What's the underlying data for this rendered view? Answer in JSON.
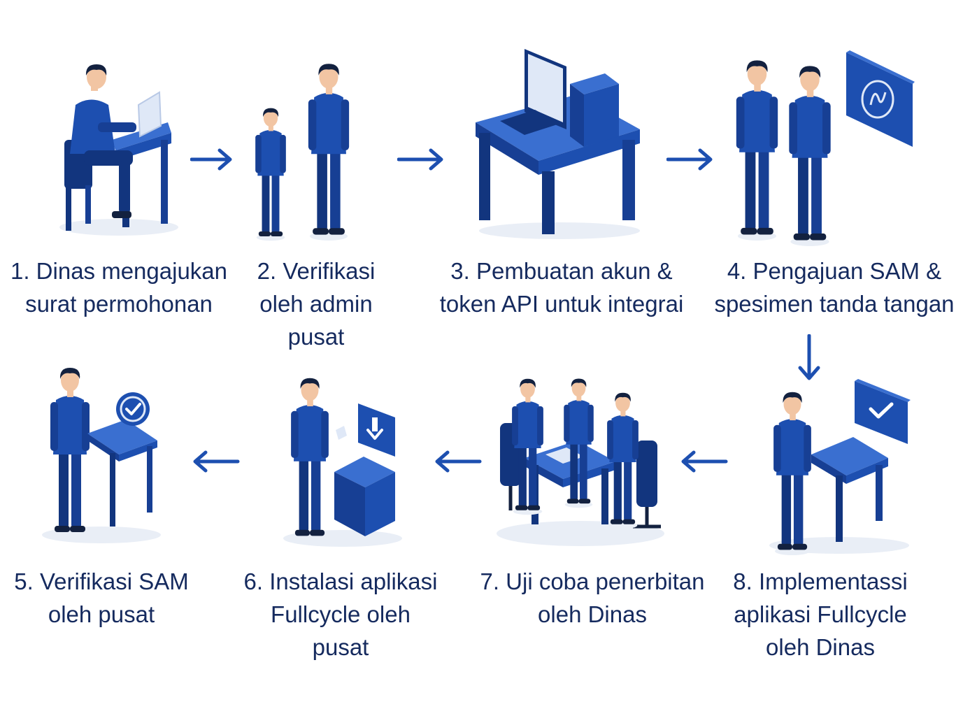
{
  "colors": {
    "primary": "#1d4fb0",
    "dark": "#12357e",
    "light": "#3a6fd0",
    "skin": "#f2c5a3",
    "hair": "#13213f",
    "text": "#152a5e",
    "shadow": "#e9eef6"
  },
  "steps": [
    {
      "number": 1,
      "icon": "person-at-laptop-icon",
      "lines": [
        "1. Dinas mengajukan",
        "surat permohonan"
      ]
    },
    {
      "number": 2,
      "icon": "admin-verification-icon",
      "lines": [
        "2. Verifikasi",
        "oleh admin",
        "pusat"
      ]
    },
    {
      "number": 3,
      "icon": "desktop-computer-icon",
      "lines": [
        "3. Pembuatan akun &",
        "token API untuk integrai"
      ]
    },
    {
      "number": 4,
      "icon": "signature-screen-icon",
      "lines": [
        "4. Pengajuan SAM &",
        "spesimen tanda tangan"
      ]
    },
    {
      "number": 5,
      "icon": "verified-check-icon",
      "lines": [
        "5. Verifikasi SAM",
        "oleh pusat"
      ]
    },
    {
      "number": 6,
      "icon": "install-download-icon",
      "lines": [
        "6. Instalasi aplikasi",
        "Fullcycle oleh",
        "pusat"
      ]
    },
    {
      "number": 7,
      "icon": "team-meeting-icon",
      "lines": [
        "7. Uji coba penerbitan",
        "oleh Dinas"
      ]
    },
    {
      "number": 8,
      "icon": "implementation-check-icon",
      "lines": [
        "8. Implementassi",
        "aplikasi Fullcycle",
        "oleh Dinas"
      ]
    }
  ],
  "arrows": [
    {
      "from": 1,
      "to": 2,
      "direction": "right"
    },
    {
      "from": 2,
      "to": 3,
      "direction": "right"
    },
    {
      "from": 3,
      "to": 4,
      "direction": "right"
    },
    {
      "from": 4,
      "to": 8,
      "direction": "down"
    },
    {
      "from": 8,
      "to": 7,
      "direction": "left"
    },
    {
      "from": 7,
      "to": 6,
      "direction": "left"
    },
    {
      "from": 6,
      "to": 5,
      "direction": "left"
    }
  ]
}
